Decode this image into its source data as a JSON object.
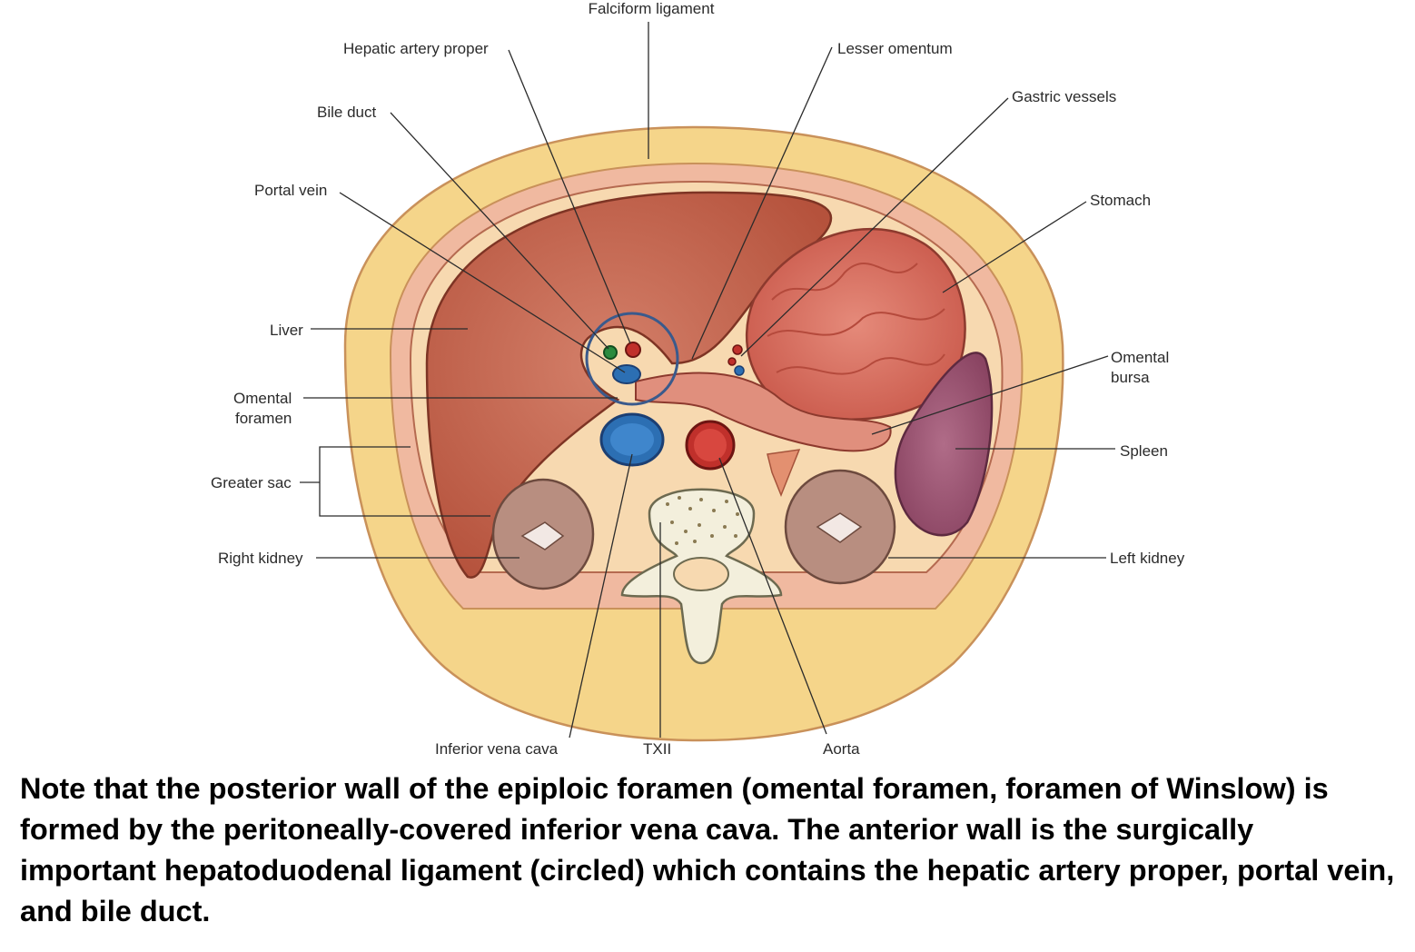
{
  "labels": {
    "falciform_ligament": "Falciform ligament",
    "hepatic_artery_proper": "Hepatic artery proper",
    "lesser_omentum": "Lesser omentum",
    "gastric_vessels": "Gastric vessels",
    "bile_duct": "Bile duct",
    "portal_vein": "Portal vein",
    "stomach": "Stomach",
    "liver": "Liver",
    "omental_bursa_line1": "Omental",
    "omental_bursa_line2": "bursa",
    "omental_foramen_line1": "Omental",
    "omental_foramen_line2": "foramen",
    "spleen": "Spleen",
    "greater_sac": "Greater sac",
    "right_kidney": "Right kidney",
    "left_kidney": "Left kidney",
    "inferior_vena_cava": "Inferior vena cava",
    "txii": "TXII",
    "aorta": "Aorta"
  },
  "caption": "Note that the posterior wall of the epiploic foramen (omental foramen, foramen of Winslow) is formed by the peritoneally-covered inferior vena cava. The anterior wall is the surgically important hepatoduodenal ligament  (circled) which contains the hepatic artery proper, portal vein, and bile duct.",
  "colors": {
    "body_wall": "#f5d58a",
    "muscle": "#f0b9a0",
    "liver": "#c4664f",
    "stomach": "#d9705e",
    "spleen": "#9c5672",
    "kidney": "#b88e80",
    "vein": "#2c6fb3",
    "artery": "#c0302b",
    "bile_duct": "#2a8a3e",
    "circle": "#3a5a8c",
    "bone": "#f3efdc"
  }
}
